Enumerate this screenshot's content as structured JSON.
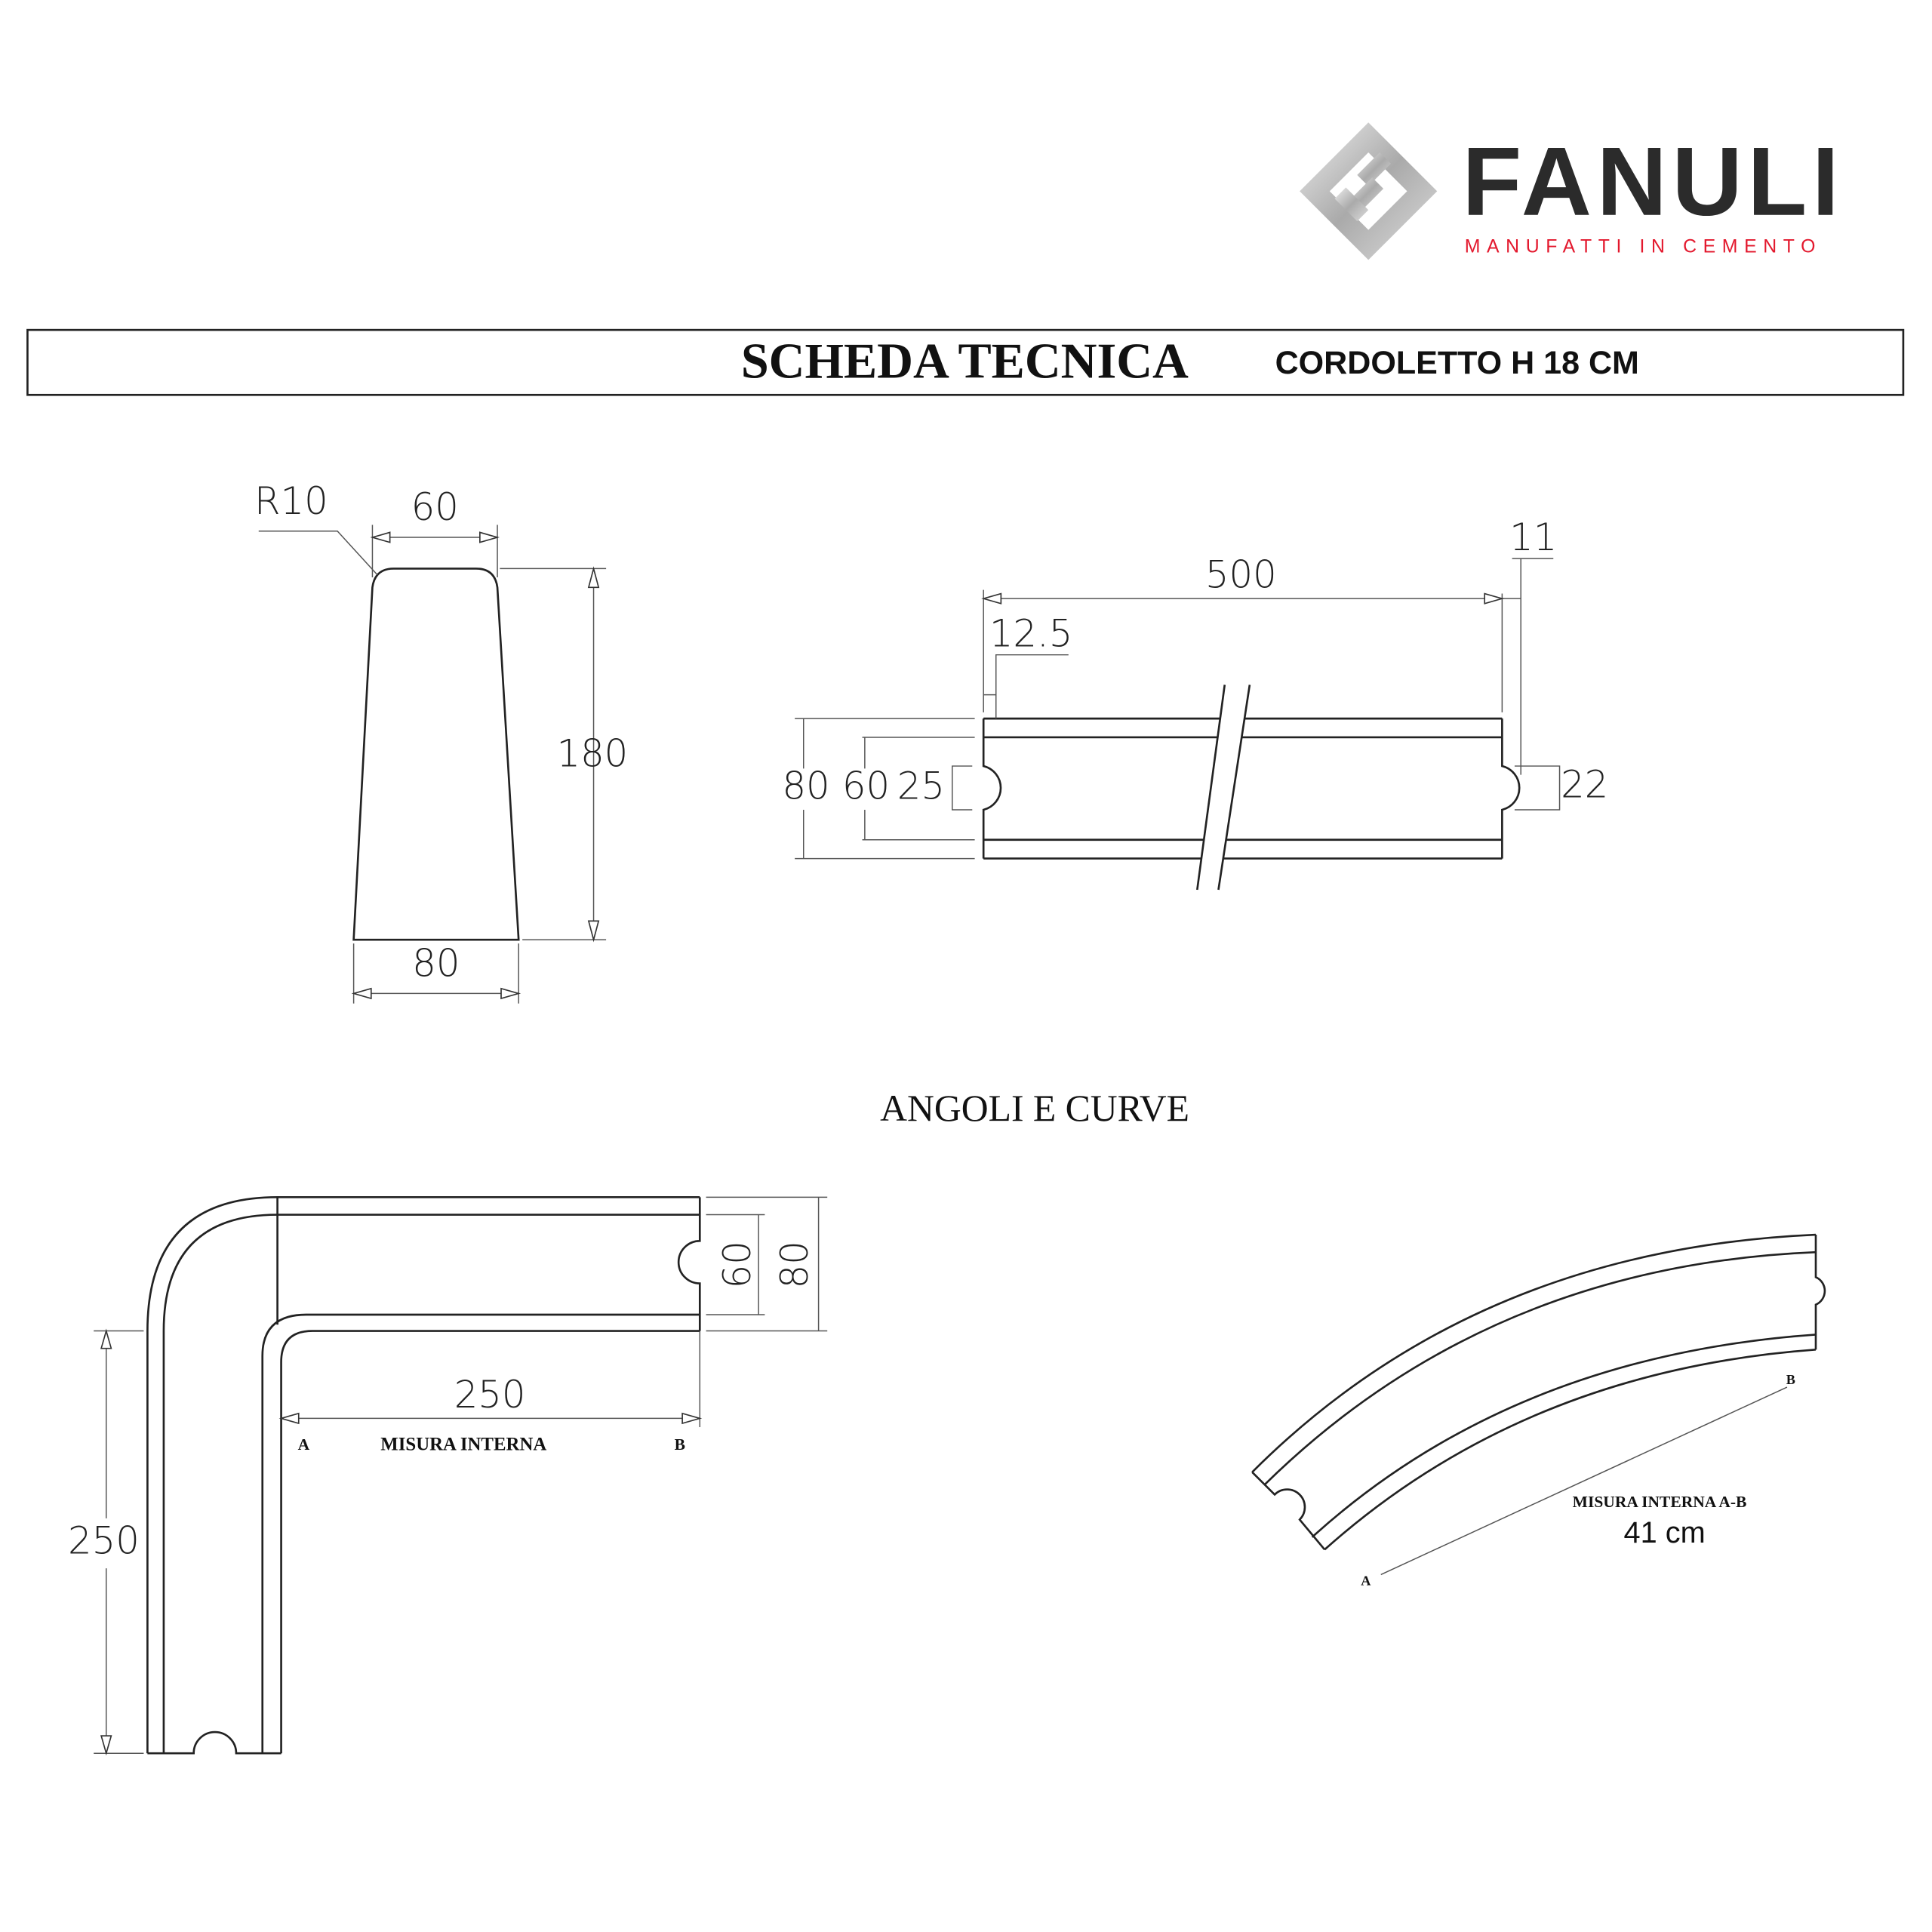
{
  "logo": {
    "brand": "FANULI",
    "tagline": "MANUFATTI IN CEMENTO",
    "brand_color": "#2b2b2b",
    "tagline_color": "#e3182d"
  },
  "header": {
    "title": "SCHEDA TECNICA",
    "product": "CORDOLETTO H 18 CM"
  },
  "section_view": {
    "radius": "R10",
    "top_width": "60",
    "height": "180",
    "bottom_width": "80"
  },
  "plan_view": {
    "length": "500",
    "end_offset_right": "11",
    "end_offset_left": "12.5",
    "total_height": "80",
    "inner_height": "60",
    "notch_left": "25",
    "notch_right": "22"
  },
  "angles_title": "ANGOLI E CURVE",
  "corner": {
    "width_inner": "60",
    "width_outer": "80",
    "length_horizontal": "250",
    "length_vertical": "250",
    "point_a": "A",
    "point_b": "B",
    "label": "MISURA INTERNA"
  },
  "curve": {
    "point_a": "A",
    "point_b": "B",
    "label": "MISURA INTERNA A-B",
    "value": "41 cm"
  }
}
